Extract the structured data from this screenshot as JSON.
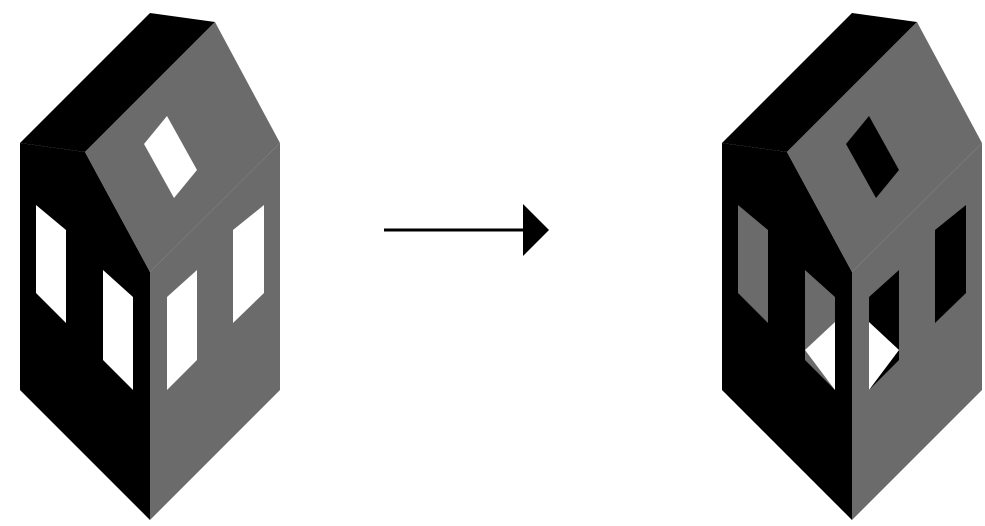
{
  "colors": {
    "background": "#ffffff",
    "dark": "#000000",
    "mid": "#6b6b6b",
    "light": "#ffffff",
    "arrow": "#000000"
  },
  "diagram": {
    "houses": [
      {
        "name": "before",
        "front_wall": "dark",
        "side_wall": "mid",
        "roof_left": "dark",
        "roof_right": "mid",
        "windows": [
          "light",
          "light",
          "light",
          "light"
        ],
        "roof_window": "light",
        "lit_triangles": false
      },
      {
        "name": "after",
        "front_wall": "dark",
        "side_wall": "mid",
        "roof_left": "dark",
        "roof_right": "mid",
        "windows": [
          "mid",
          "mid",
          "dark",
          "dark"
        ],
        "roof_window": "dark",
        "lit_triangles": true
      }
    ],
    "arrow": {
      "direction": "right"
    }
  }
}
